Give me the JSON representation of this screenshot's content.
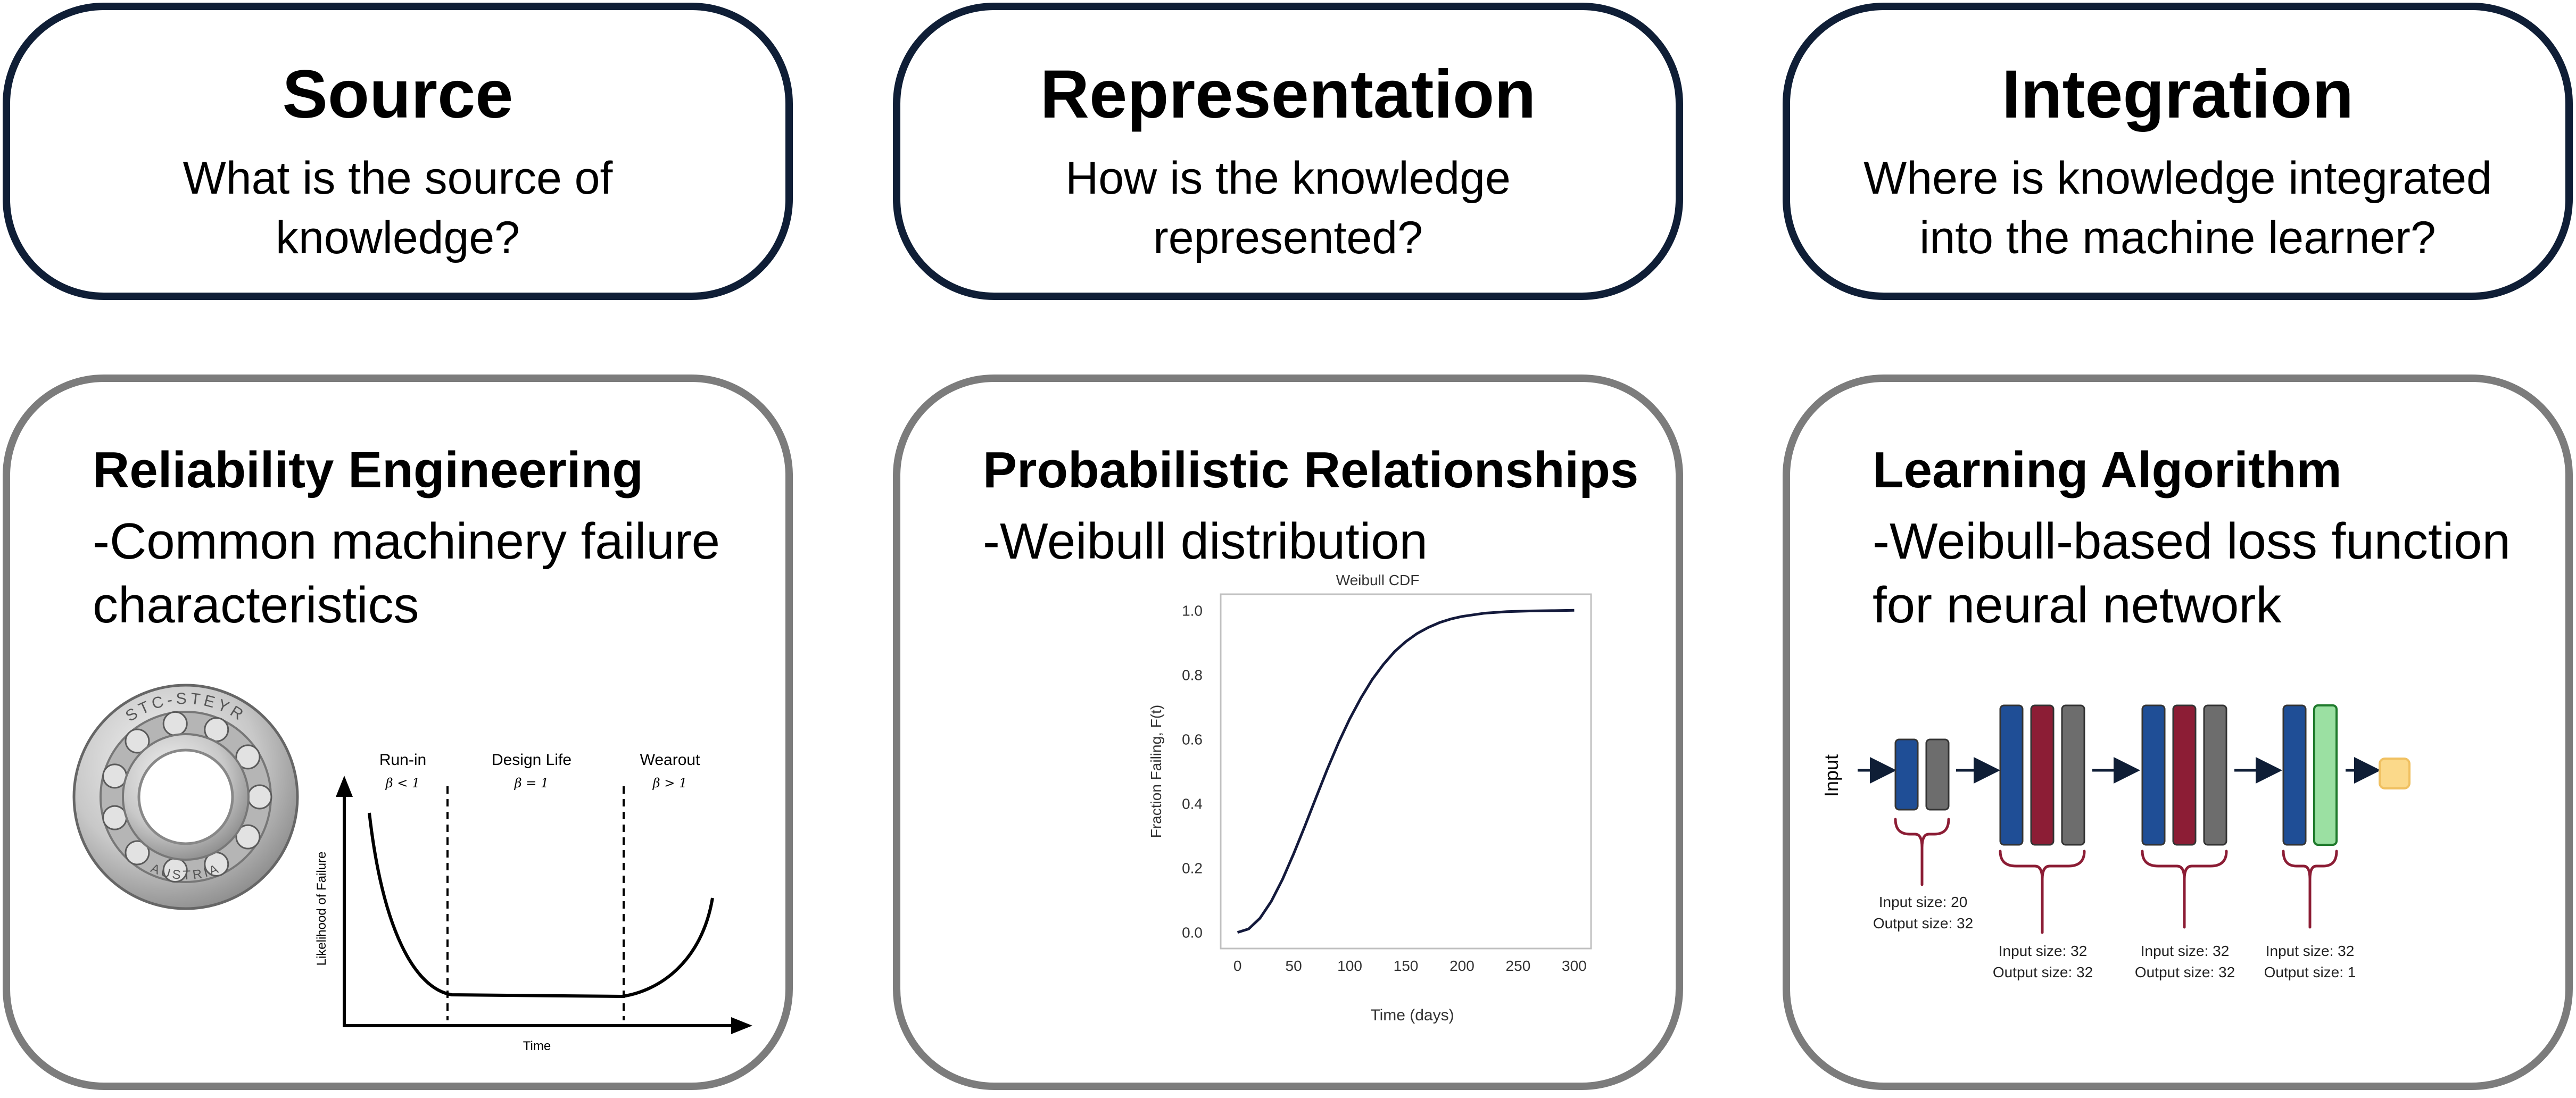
{
  "columns": [
    {
      "title": "Source",
      "question": [
        "What is the source of",
        "knowledge?"
      ]
    },
    {
      "title": "Representation",
      "question": [
        "How is the knowledge",
        "represented?"
      ]
    },
    {
      "title": "Integration",
      "question": [
        "Where is knowledge integrated",
        "into the machine learner?"
      ]
    }
  ],
  "examples": [
    {
      "heading": "Reliability Engineering",
      "lines": [
        "-Common machinery failure",
        "characteristics"
      ]
    },
    {
      "heading": "Probabilistic Relationships",
      "lines": [
        "-Weibull distribution"
      ]
    },
    {
      "heading": "Learning Algorithm",
      "lines": [
        "-Weibull-based loss function",
        "for neural network"
      ]
    }
  ],
  "bearing": {
    "ring_text": "STC-STEYR",
    "bottom_text": "AUSTRIA"
  },
  "bathtub": {
    "phases": [
      {
        "name": "Run-in",
        "beta": "β < 1"
      },
      {
        "name": "Design Life",
        "beta": "β = 1"
      },
      {
        "name": "Wearout",
        "beta": "β > 1"
      }
    ],
    "ylabel": "Likelihood of Failure",
    "xlabel": "Time"
  },
  "chart_data": {
    "type": "line",
    "title": "Weibull CDF",
    "xlabel": "Time (days)",
    "ylabel": "Fraction Failing, F(t)",
    "xlim": [
      -15,
      315
    ],
    "ylim": [
      -0.05,
      1.05
    ],
    "xticks": [
      0,
      50,
      100,
      150,
      200,
      250,
      300
    ],
    "yticks": [
      0.0,
      0.2,
      0.4,
      0.6,
      0.8,
      1.0
    ],
    "series": [
      {
        "color": "#141a3c",
        "x": [
          0,
          10,
          20,
          30,
          40,
          50,
          60,
          70,
          80,
          90,
          100,
          110,
          120,
          130,
          140,
          150,
          160,
          170,
          180,
          190,
          200,
          220,
          240,
          260,
          280,
          300
        ],
        "y": [
          0.0,
          0.011,
          0.044,
          0.096,
          0.164,
          0.244,
          0.33,
          0.419,
          0.507,
          0.589,
          0.663,
          0.728,
          0.785,
          0.832,
          0.872,
          0.903,
          0.928,
          0.947,
          0.962,
          0.973,
          0.981,
          0.991,
          0.996,
          0.998,
          0.999,
          1.0
        ]
      }
    ]
  },
  "network": {
    "input_label": "Input",
    "layers": [
      {
        "input": "Input size: 20",
        "output": "Output size: 32"
      },
      {
        "input": "Input size: 32",
        "output": "Output size: 32"
      },
      {
        "input": "Input size: 32",
        "output": "Output size: 32"
      },
      {
        "input": "Input size: 32",
        "output": "Output size: 1"
      }
    ],
    "colors": {
      "blue": "#1f4e96",
      "red": "#8c1d35",
      "gray": "#6d6d6d",
      "green": "#9be0a2",
      "output": "#fbd98a",
      "bracket": "#8c1d35",
      "arrow": "#0f1e36"
    }
  }
}
